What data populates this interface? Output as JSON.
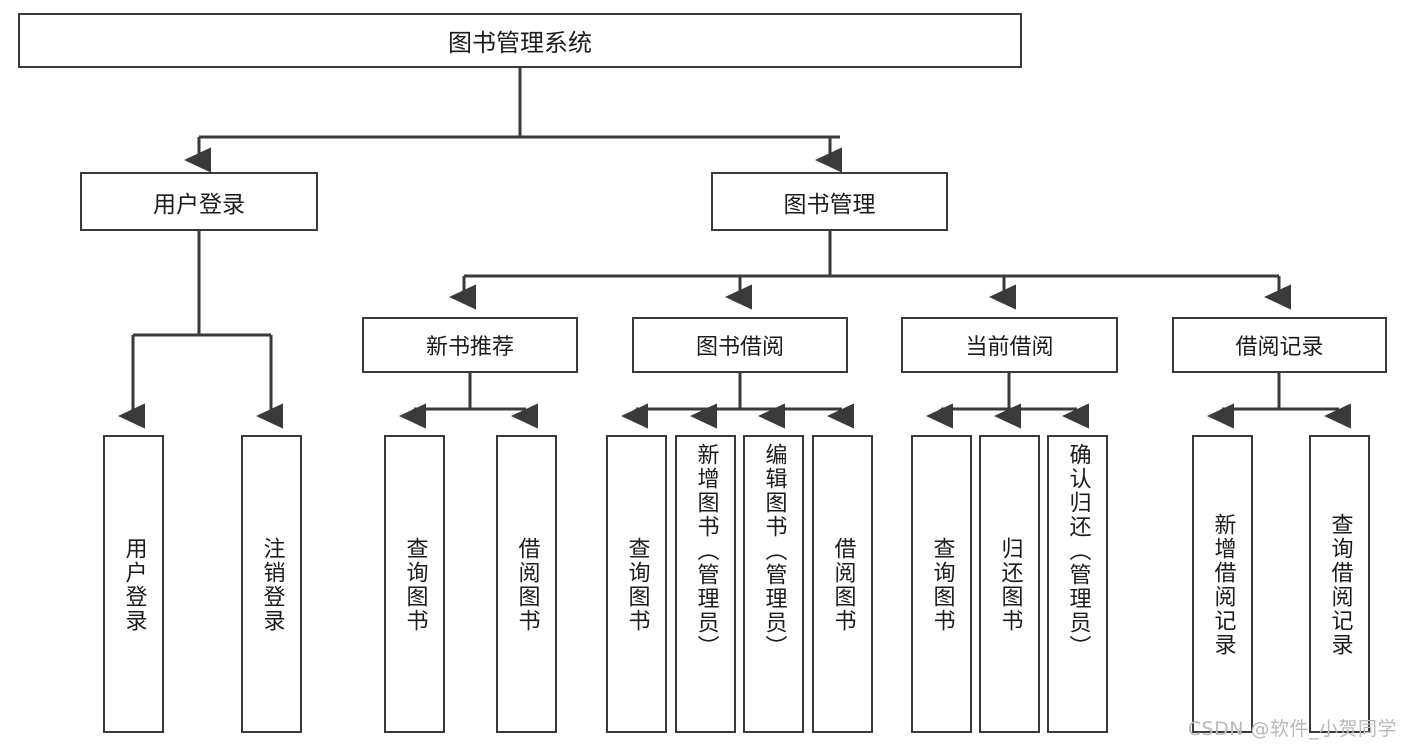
{
  "diagram": {
    "title": "图书管理系统",
    "watermark": "CSDN @软件_小贺同学",
    "colors": {
      "box_border": "#3a3a3a",
      "box_fill": "#ffffff",
      "line": "#3a3a3a",
      "text": "#1c1c1c",
      "watermark": "#b9b9b9"
    },
    "root": {
      "label": "图书管理系统"
    },
    "level2": [
      {
        "id": "user-login",
        "label": "用户登录"
      },
      {
        "id": "book-manage",
        "label": "图书管理"
      }
    ],
    "level3": [
      {
        "id": "new-book-recommend",
        "label": "新书推荐"
      },
      {
        "id": "book-borrow",
        "label": "图书借阅"
      },
      {
        "id": "current-borrow",
        "label": "当前借阅"
      },
      {
        "id": "borrow-record",
        "label": "借阅记录"
      }
    ],
    "leaves": [
      {
        "id": "leaf-user-login",
        "label": "用户登录",
        "parent": "user-login"
      },
      {
        "id": "leaf-logout",
        "label": "注销登录",
        "parent": "user-login"
      },
      {
        "id": "leaf-query-book-1",
        "label": "查询图书",
        "parent": "new-book-recommend"
      },
      {
        "id": "leaf-borrow-book-1",
        "label": "借阅图书",
        "parent": "new-book-recommend"
      },
      {
        "id": "leaf-query-book-2",
        "label": "查询图书",
        "parent": "book-borrow"
      },
      {
        "id": "leaf-add-book",
        "label": "新增图书（管理员）",
        "parent": "book-borrow"
      },
      {
        "id": "leaf-edit-book",
        "label": "编辑图书（管理员）",
        "parent": "book-borrow"
      },
      {
        "id": "leaf-borrow-book-2",
        "label": "借阅图书",
        "parent": "book-borrow"
      },
      {
        "id": "leaf-query-book-3",
        "label": "查询图书",
        "parent": "current-borrow"
      },
      {
        "id": "leaf-return-book",
        "label": "归还图书",
        "parent": "current-borrow"
      },
      {
        "id": "leaf-confirm-return",
        "label": "确认归还（管理员）",
        "parent": "current-borrow"
      },
      {
        "id": "leaf-add-record",
        "label": "新增借阅记录",
        "parent": "borrow-record"
      },
      {
        "id": "leaf-query-record",
        "label": "查询借阅记录",
        "parent": "borrow-record"
      }
    ]
  }
}
